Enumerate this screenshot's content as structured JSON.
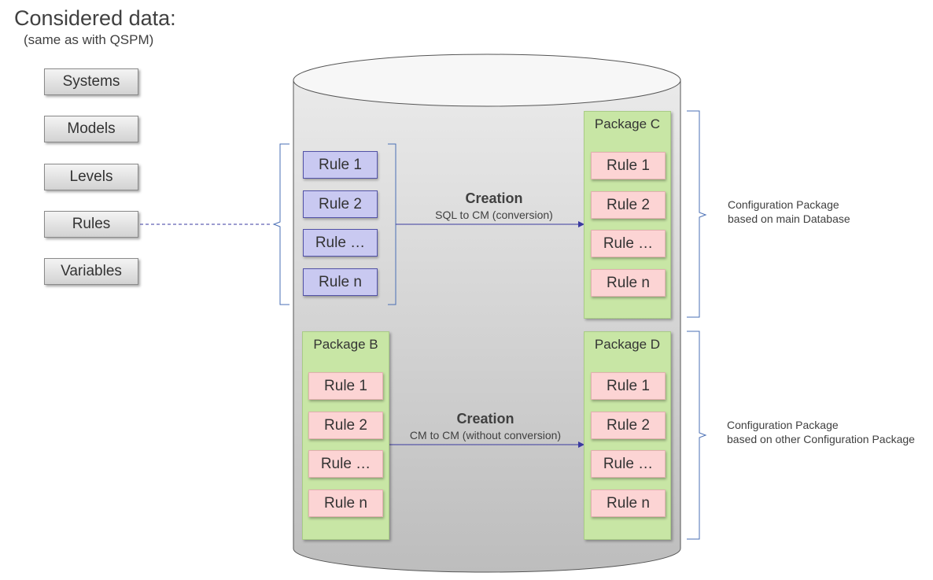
{
  "title": "Considered data:",
  "subtitle": "(same as with QSPM)",
  "categories": [
    "Systems",
    "Models",
    "Levels",
    "Rules",
    "Variables"
  ],
  "main_rules": [
    "Rule  1",
    "Rule  2",
    "Rule  …",
    "Rule  n"
  ],
  "packages": {
    "b": {
      "title": "Package B",
      "rules": [
        "Rule  1",
        "Rule  2",
        "Rule  …",
        "Rule  n"
      ]
    },
    "c": {
      "title": "Package C",
      "rules": [
        "Rule  1",
        "Rule  2",
        "Rule  …",
        "Rule  n"
      ]
    },
    "d": {
      "title": "Package D",
      "rules": [
        "Rule  1",
        "Rule  2",
        "Rule  …",
        "Rule  n"
      ]
    }
  },
  "creation_top": {
    "title": "Creation",
    "subtitle": "SQL to CM (conversion)"
  },
  "creation_bottom": {
    "title": "Creation",
    "subtitle": "CM to CM (without  conversion)"
  },
  "note_top": {
    "line1": "Configuration Package",
    "line2": "based on main Database"
  },
  "note_bottom": {
    "line1": "Configuration Package",
    "line2": "based on other Configuration Package"
  },
  "colors": {
    "package": "#c8e6a5",
    "rule_pink": "#fcd4d4",
    "rule_blue": "#c9c9f1",
    "arrow": "#3a3aa0",
    "bracket": "#4a6fb5"
  }
}
